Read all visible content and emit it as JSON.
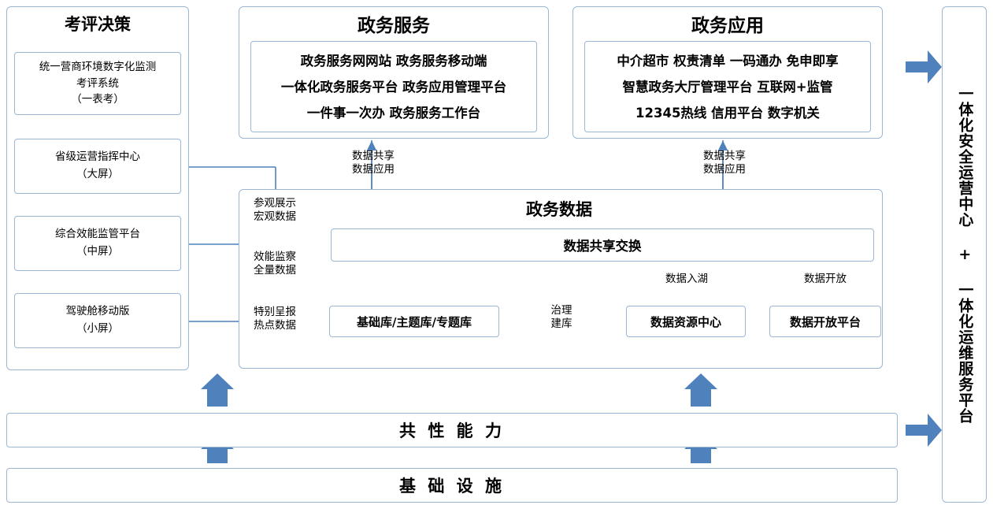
{
  "left": {
    "title": "考评决策",
    "items": [
      "统一营商环境数字化监测\n考评系统\n（一表考）",
      "省级运营指挥中心\n（大屏）",
      "综合效能监管平台\n（中屏）",
      "驾驶舱移动版\n（小屏）"
    ]
  },
  "service": {
    "title": "政务服务",
    "lines": "政务服务网网站 政务服务移动端\n一体化政务服务平台 政务应用管理平台\n一件事一次办 政务服务工作台"
  },
  "application": {
    "title": "政务应用",
    "lines": "中介超市 权责清单 一码通办 免申即享\n智慧政务大厅管理平台 互联网+监管\n12345热线 信用平台 数字机关"
  },
  "data": {
    "title": "政务数据",
    "exchange": "数据共享交换",
    "library": "基础库/主题库/专题库",
    "resource_center": "数据资源中心",
    "open_platform": "数据开放平台"
  },
  "annotations": {
    "share_apply_left": "数据共享\n数据应用",
    "share_apply_right": "数据共享\n数据应用",
    "visit_macro": "参观展示\n宏观数据",
    "efficiency_full": "效能监察\n全量数据",
    "special_hot": "特别呈报\n热点数据",
    "into_lake": "数据入湖",
    "open_data": "数据开放",
    "govern_build": "治理\n建库"
  },
  "bottom": {
    "common_capability": "共 性 能 力",
    "infrastructure": "基 础 设 施"
  },
  "right": {
    "title": "一体化安全运营中心 + 一体化运维服务平台"
  },
  "colors": {
    "border": "#9bb7d4",
    "arrow": "#4f81bd",
    "line": "#4f81bd",
    "text": "#000000",
    "background": "#ffffff"
  }
}
